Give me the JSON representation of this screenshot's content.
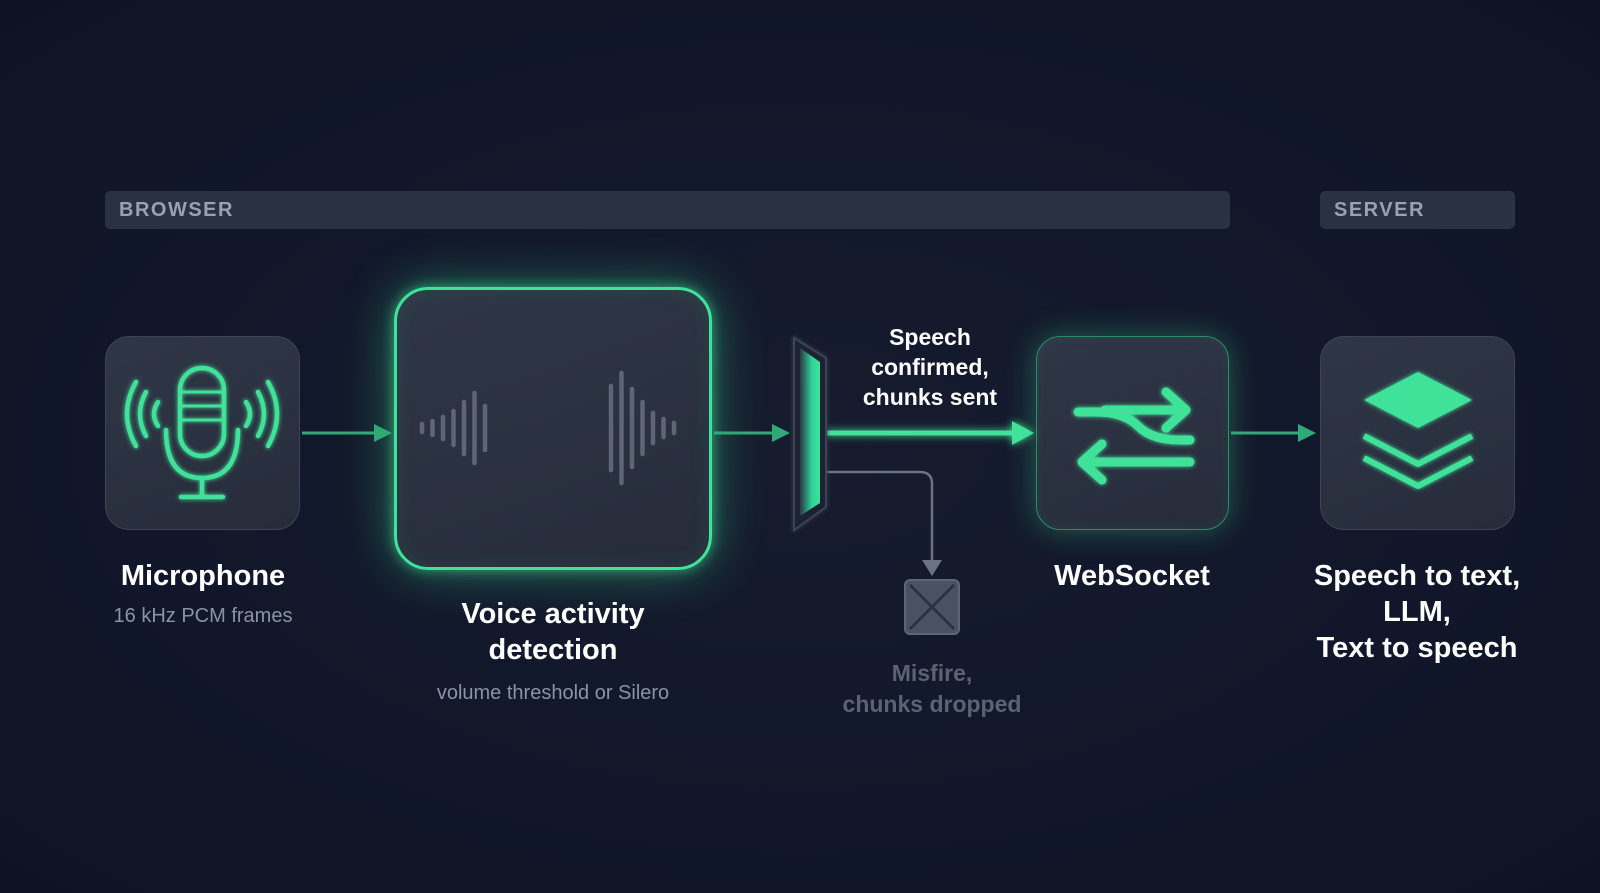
{
  "sections": {
    "browser": "BROWSER",
    "server": "SERVER"
  },
  "nodes": {
    "microphone": {
      "title": "Microphone",
      "subtitle": "16 kHz PCM frames",
      "icon": "microphone-icon"
    },
    "vad": {
      "title_line1": "Voice activity",
      "title_line2": "detection",
      "subtitle": "volume threshold or Silero",
      "icon": "waveform-icon"
    },
    "websocket": {
      "title": "WebSocket",
      "icon": "bidirectional-arrows-icon"
    },
    "server": {
      "title_line1": "Speech to text,",
      "title_line2": "LLM,",
      "title_line3": "Text to speech",
      "icon": "layers-icon"
    }
  },
  "gate": {
    "icon": "gate-icon"
  },
  "branches": {
    "confirmed": {
      "line1": "Speech",
      "line2": "confirmed,",
      "line3": "chunks sent"
    },
    "misfire": {
      "line1": "Misfire,",
      "line2": "chunks dropped",
      "icon": "discard-box-icon"
    }
  },
  "colors": {
    "accent": "#3fe29a",
    "background": "#12172a",
    "card": "#2b3241",
    "muted": "#5b6373"
  }
}
